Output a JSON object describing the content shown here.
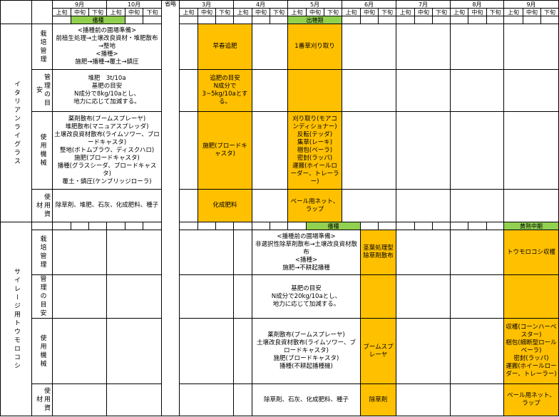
{
  "header": {
    "months_left": [
      "9月",
      "10月"
    ],
    "omitted": "省略",
    "months_right": [
      "3月",
      "4月",
      "5月",
      "6月",
      "7月",
      "8月",
      "9月"
    ],
    "decades": [
      "上旬",
      "中旬",
      "下旬"
    ]
  },
  "row_labels": [
    "栽培管理",
    "管理の目安",
    "使用機械",
    "使用資材"
  ],
  "colors": {
    "period": "#ffc000",
    "stage": "#92d050"
  },
  "italian_ryegrass": {
    "name": "イタリアンライグラス",
    "stage_sowing": "播種",
    "stage_heading": "出穂期",
    "left": [
      "<播種前の圃場準備>\n前植生処理→土壌改良資材・堆肥散布→整地\n<播種>\n施肥→播種→覆土→鎮圧",
      "堆肥　3t/10a\n基肥の目安\nN成分で8kg/10aとし、\n地力に応じて加減する。",
      "薬剤散布(ブームスプレーヤ)\n堆肥散布(マニュアスプレッダ)\n土壌改良資材散布(ライムソワー、ブロードキャスタ)\n整地(ボトムプラウ、ディスクハロ)\n施肥(ブロードキャスタ)\n播種(グラスシーダ、ブロードキャスタ)\n覆土・鎮圧(ケンブリッジローラ)",
      "除草剤、堆肥、石灰、化成肥料、種子"
    ],
    "march": [
      "早春追肥",
      "追肥の目安\nN成分で3~5kg/10aとする。",
      "施肥(ブロードキャスタ)",
      "化成肥料"
    ],
    "may": [
      "1番草刈り取り",
      "",
      "刈り取り(モアコンディショナー)\n反転(テッダ)\n集草(レーキ)\n梱包(ベーラ)\n密封(ラッパ)\n運搬(ホイールローダー、トレーラー)",
      "ベール用ネット、ラップ"
    ]
  },
  "silage_corn": {
    "name": "サイレージ用トウモロコシ",
    "stage_sowing": "播種",
    "stage_maturity": "黄熟中期",
    "main": [
      "<播種前の圃場準備>\n非選択性除草剤散布→土壌改良資材散布\n<播種>\n施肥→不耕起播種",
      "基肥の目安\nN成分で20kg/10aとし、\n地力に応じて加減する。",
      "薬剤散布(ブームスプレーヤ)\n土壌改良資材散布(ライムソワー、ブロードキャスタ)\n施肥(ブロードキャスタ)\n播種(不耕起播種機)",
      "除草剤、石灰、化成肥料、種子"
    ],
    "june": [
      "茎葉処理型除草剤散布",
      "",
      "ブームスプレーヤ",
      "除草剤"
    ],
    "september": [
      "トウモロコシ収穫",
      "",
      "収穫(コーンハーベスター)\n梱包(細断型ロールベーラ)\n密封(ラッパ)\n運搬(ホイールローダー、トレーラー)",
      "ベール用ネット、ラップ"
    ]
  }
}
